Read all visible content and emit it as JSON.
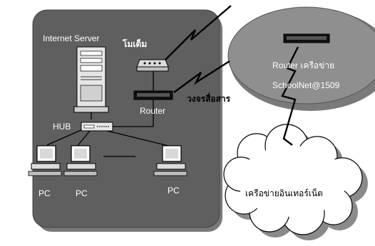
{
  "labels": {
    "internet_server": "Internet Server",
    "modem": "โมเด็ม",
    "router": "Router",
    "hub": "HUB",
    "pc_left": "PC",
    "pc_middle": "PC",
    "pc_right": "PC",
    "comm_line": "วงจรสื่อสาร",
    "net_router_name": "Router เครือข่าย",
    "schoolnet": "SchoolNet@1509",
    "internet_cloud": "เครือข่ายอินเทอร์เน็ต"
  },
  "colors": {
    "lan_box": "#5f5f5f",
    "shadow": "#7a7a7a",
    "ellipse": "#8f8f8f",
    "white_text": "#ffffff",
    "dark_text": "#000000"
  },
  "icons": [
    "server-icon",
    "modem-icon",
    "router-icon",
    "hub-icon",
    "pc-icon",
    "lightning-link-icon",
    "cloud-icon"
  ]
}
